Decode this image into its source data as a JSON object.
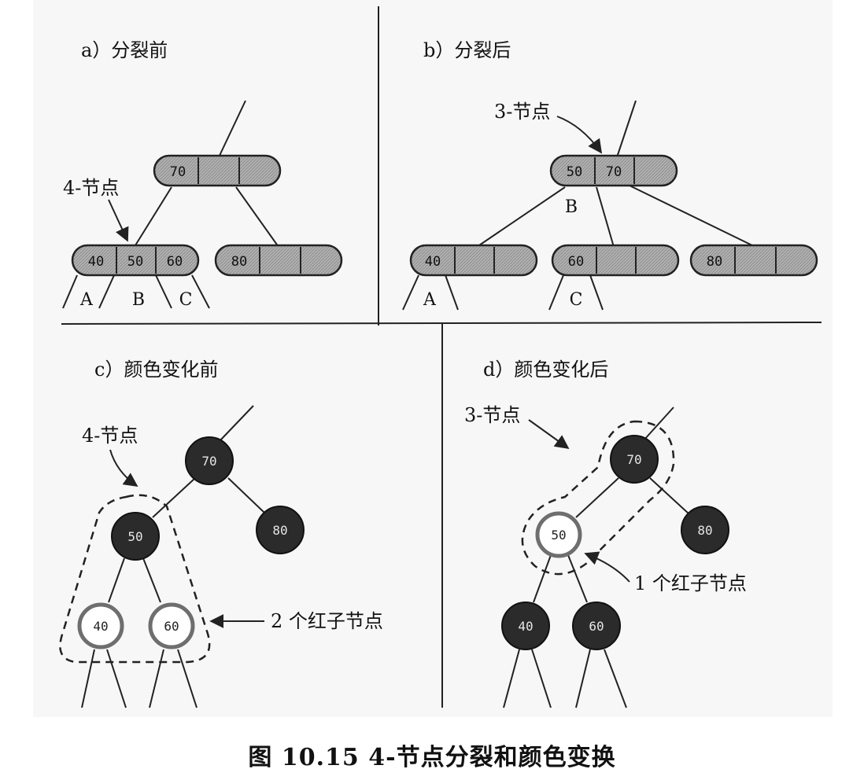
{
  "panels": {
    "a": {
      "title": "a）分裂前",
      "label_4node": "4-节点",
      "keys": {
        "root": [
          "70"
        ],
        "left": [
          "40",
          "50",
          "60"
        ],
        "right": [
          "80"
        ]
      },
      "subtrees": [
        "A",
        "B",
        "C"
      ]
    },
    "b": {
      "title": "b）分裂后",
      "label_3node": "3-节点",
      "keys": {
        "root": [
          "50",
          "70"
        ],
        "left": [
          "40"
        ],
        "mid": [
          "60"
        ],
        "right": [
          "80"
        ]
      },
      "label_B": "B",
      "subtrees": [
        "A",
        "C"
      ]
    },
    "c": {
      "title": "c）颜色变化前",
      "label_4node": "4-节点",
      "nodes": {
        "n70": "70",
        "n80": "80",
        "n50": "50",
        "n40": "40",
        "n60": "60"
      },
      "label_red": "2 个红子节点"
    },
    "d": {
      "title": "d）颜色变化后",
      "label_3node": "3-节点",
      "nodes": {
        "n70": "70",
        "n80": "80",
        "n50": "50",
        "n40": "40",
        "n60": "60"
      },
      "label_red": "1 个红子节点"
    }
  },
  "caption": "图 10.15    4-节点分裂和颜色变换",
  "colors": {
    "black_node": "#2b2b2b",
    "bnode_fill": "#a9a9a9",
    "line": "#222222",
    "background": "#f7f7f7"
  }
}
